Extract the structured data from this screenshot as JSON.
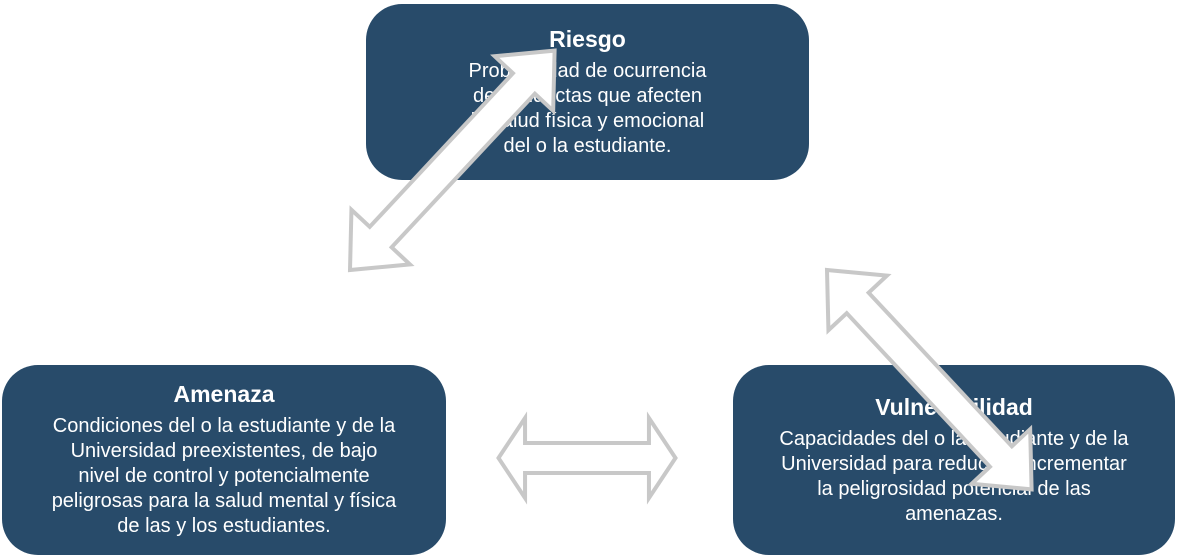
{
  "colors": {
    "box_fill": "#284b6a",
    "arrow_stroke": "#c8c8c8",
    "arrow_fill": "#ffffff",
    "text": "#ffffff"
  },
  "nodes": {
    "riesgo": {
      "title": "Riesgo",
      "description": "Probabilidad de ocurrencia\nde conductas que afecten\nla salud física y emocional\ndel o la estudiante."
    },
    "amenaza": {
      "title": "Amenaza",
      "description": "Condiciones del o la estudiante y de la\nUniversidad preexistentes, de bajo\nnivel de control y potencialmente\npeligrosas para la salud mental y física\nde las y los estudiantes."
    },
    "vulnerabilidad": {
      "title": "Vulnerabilidad",
      "description": "Capacidades del o la estudiante y de la\nUniversidad para reducir o incrementar\nla peligrosidad potencial de las\namenazas."
    }
  },
  "connectors": [
    {
      "from": "amenaza",
      "to": "riesgo",
      "type": "double-arrow"
    },
    {
      "from": "riesgo",
      "to": "vulnerabilidad",
      "type": "double-arrow"
    },
    {
      "from": "amenaza",
      "to": "vulnerabilidad",
      "type": "double-arrow"
    }
  ]
}
